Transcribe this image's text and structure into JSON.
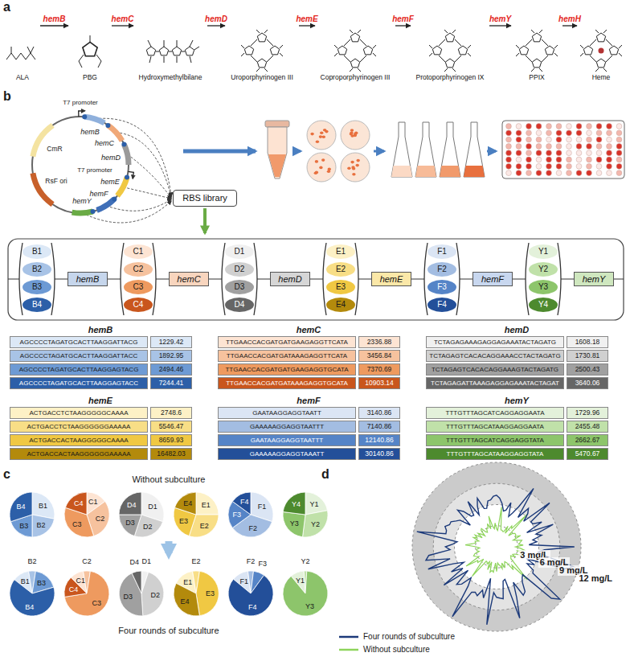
{
  "diagram": {
    "nodes": [
      {
        "text": [
          "ALA"
        ]
      },
      {
        "text": [
          "PBG"
        ]
      },
      {
        "text": [
          "Hydroxymethylbilane"
        ]
      },
      {
        "text": [
          "Uroporphyrinogen III"
        ]
      },
      {
        "text": [
          "Coproporphyrinogen III"
        ]
      },
      {
        "text": [
          "Protoporphyrinogen IX"
        ]
      },
      {
        "text": [
          "PPIX"
        ]
      },
      {
        "text": [
          "Heme"
        ]
      },
      {
        "text": [
          "RBS library"
        ]
      },
      {
        "text": [
          "B1"
        ]
      },
      {
        "text": [
          "B2"
        ]
      },
      {
        "text": [
          "B3"
        ]
      },
      {
        "text": [
          "B4"
        ]
      },
      {
        "text": [
          "hemB"
        ]
      },
      {
        "text": [
          "C1"
        ]
      },
      {
        "text": [
          "C2"
        ]
      },
      {
        "text": [
          "C3"
        ]
      },
      {
        "text": [
          "C4"
        ]
      },
      {
        "text": [
          "hemC"
        ]
      },
      {
        "text": [
          "D1"
        ]
      },
      {
        "text": [
          "D2"
        ]
      },
      {
        "text": [
          "D3"
        ]
      },
      {
        "text": [
          "D4"
        ]
      },
      {
        "text": [
          "hemD"
        ]
      },
      {
        "text": [
          "E1"
        ]
      },
      {
        "text": [
          "E2"
        ]
      },
      {
        "text": [
          "E3"
        ]
      },
      {
        "text": [
          "E4"
        ]
      },
      {
        "text": [
          "hemE"
        ]
      },
      {
        "text": [
          "F1"
        ]
      },
      {
        "text": [
          "F2"
        ]
      },
      {
        "text": [
          "F3"
        ]
      },
      {
        "text": [
          "F4"
        ]
      },
      {
        "text": [
          "hemF"
        ]
      },
      {
        "text": [
          "Y1"
        ]
      },
      {
        "text": [
          "Y2"
        ]
      },
      {
        "text": [
          "Y3"
        ]
      },
      {
        "text": [
          "Y4"
        ]
      },
      {
        "text": [
          "hemY"
        ]
      },
      {
        "text": [
          "AGCCCCTAGATGCACTTAAGGATTACG"
        ]
      },
      {
        "text": [
          "1229.42"
        ]
      },
      {
        "text": [
          "AGCCCCTAGATGCACTTAAGGATTACC"
        ]
      },
      {
        "text": [
          "1892.95"
        ]
      },
      {
        "text": [
          "AGCCCCTAGATGCACTTAAGGAGTACG"
        ]
      },
      {
        "text": [
          "2494.46"
        ]
      },
      {
        "text": [
          "AGCCCCTAGATGCACTTAAGGAGTACC"
        ]
      },
      {
        "text": [
          "7244.41"
        ]
      },
      {
        "text": [
          "TTGAACCACGATGATGAAGAGGTTCATA"
        ]
      },
      {
        "text": [
          "2336.88"
        ]
      },
      {
        "text": [
          "TTGAACCACGATGATAAAGAGGTTCATA"
        ]
      },
      {
        "text": [
          "3456.84"
        ]
      },
      {
        "text": [
          "TTGAACCACGATGATGAAGAGGTGCATA"
        ]
      },
      {
        "text": [
          "7370.69"
        ]
      },
      {
        "text": [
          "TTGAACCACGATGATAAAGAGGTGCATA"
        ]
      },
      {
        "text": [
          "10903.14"
        ]
      },
      {
        "text": [
          "TCTAGAGAAAGAGGAGAAATACTAGATG"
        ]
      },
      {
        "text": [
          "1608.18"
        ]
      },
      {
        "text": [
          "TCTAGAGTCACACAGGAAACCTACTAGATG"
        ]
      },
      {
        "text": [
          "1730.81"
        ]
      },
      {
        "text": [
          "TCTAGAGTCACACAGGAAAGTACTAGATG"
        ]
      },
      {
        "text": [
          "2500.43"
        ]
      },
      {
        "text": [
          "TCTAGAGATTAAAGAGGAGAAATACTAGAT"
        ]
      },
      {
        "text": [
          "3640.06"
        ]
      },
      {
        "text": [
          "ACTGACCTCTAAGGGGGCAAAA"
        ]
      },
      {
        "text": [
          "2748.6"
        ]
      },
      {
        "text": [
          "ACTGACCTCTAAGGGGGGAAAAA"
        ]
      },
      {
        "text": [
          "5546.47"
        ]
      },
      {
        "text": [
          "ACTGACCACTAAGGGGGCAAAA"
        ]
      },
      {
        "text": [
          "8659.93"
        ]
      },
      {
        "text": [
          "ACTGACCACTAAGGGGGGAAAAA"
        ]
      },
      {
        "text": [
          "16482.03"
        ]
      },
      {
        "text": [
          "GAATAAGGAGGTAATT"
        ]
      },
      {
        "text": [
          "3140.86"
        ]
      },
      {
        "text": [
          "GAAAAAGGAGGTAATTT"
        ]
      },
      {
        "text": [
          "7140.86"
        ]
      },
      {
        "text": [
          "GAATAAGGAGGTAATTT"
        ]
      },
      {
        "text": [
          "12140.86"
        ]
      },
      {
        "text": [
          "GAAAAAGGAGGTAAATT"
        ]
      },
      {
        "text": [
          "30140.86"
        ]
      },
      {
        "text": [
          "TTTGTTTAGCATCAGGAGGAATA"
        ]
      },
      {
        "text": [
          "1729.96"
        ]
      },
      {
        "text": [
          "TTTGTTTAGCATAAGGAGGAATA"
        ]
      },
      {
        "text": [
          "2455.48"
        ]
      },
      {
        "text": [
          "TTTGTTTAGCATCAGGAGGTATA"
        ]
      },
      {
        "text": [
          "2662.67"
        ]
      },
      {
        "text": [
          "TTTGTTTAGCATAAGGAGGTATA"
        ]
      },
      {
        "text": [
          "5470.67"
        ]
      }
    ],
    "edges": [
      {
        "from": 0,
        "to": 1,
        "label": "hemB",
        "arrow": "to"
      },
      {
        "from": 1,
        "to": 2,
        "label": "hemC",
        "arrow": "to"
      },
      {
        "from": 2,
        "to": 3,
        "label": "hemD",
        "arrow": "to"
      },
      {
        "from": 3,
        "to": 4,
        "label": "hemE",
        "arrow": "to"
      },
      {
        "from": 4,
        "to": 5,
        "label": "hemF",
        "arrow": "to"
      },
      {
        "from": 5,
        "to": 6,
        "label": "hemY",
        "arrow": "to"
      },
      {
        "from": 6,
        "to": 7,
        "label": "hemH",
        "arrow": "to"
      }
    ],
    "labels": [
      "a",
      "b",
      "T7 promoter",
      "hemB",
      "hemC",
      "hemD",
      "T7 promoter",
      "hemE",
      "hemF",
      "hemY",
      "CmR",
      "RsF ori",
      "hemB",
      "hemC",
      "hemD",
      "hemE",
      "hemF",
      "hemY",
      "c",
      "Without subculture",
      "Four rounds of subculture",
      "B1",
      "B2",
      "B3",
      "B4",
      "C1",
      "C2",
      "C3",
      "C4",
      "D1",
      "D2",
      "D3",
      "D4",
      "E1",
      "E2",
      "E3",
      "E4",
      "F1",
      "F2",
      "F3",
      "F4",
      "Y1",
      "Y2",
      "Y3",
      "Y4",
      "B1",
      "B2",
      "B3",
      "B4",
      "C1",
      "C2",
      "C3",
      "C4",
      "D1",
      "D2",
      "D3",
      "D4",
      "E1",
      "E2",
      "E3",
      "E4",
      "F1",
      "F2",
      "F3",
      "F4",
      "Y1",
      "Y2",
      "Y3",
      "d",
      "3 mg/L",
      "6 mg/L",
      "9 mg/L",
      "12 mg/L"
    ],
    "legend": [
      {
        "text": "Four rounds of subculture"
      },
      {
        "text": "Without subculture"
      }
    ]
  }
}
